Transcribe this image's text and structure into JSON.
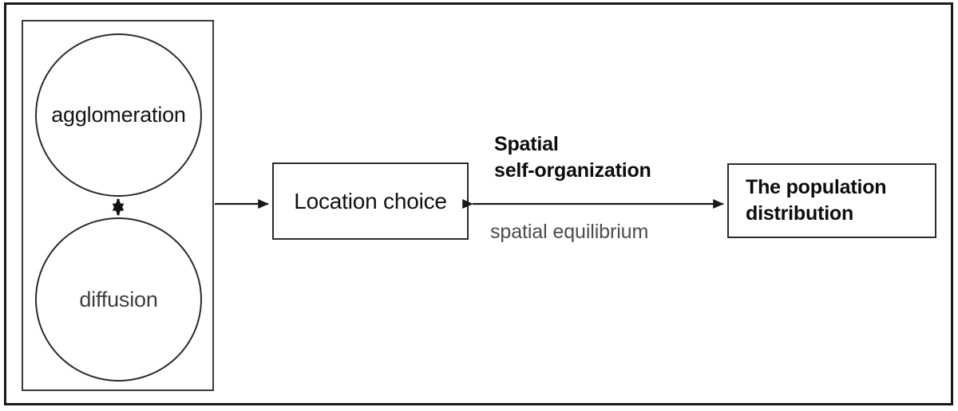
{
  "diagram": {
    "title": "Spatial self-organization and population distribution flow diagram",
    "group": {
      "name": "mechanisms-group",
      "circles": [
        {
          "id": "agglomeration",
          "label": "agglomeration",
          "color": "#141414"
        },
        {
          "id": "diffusion",
          "label": "diffusion",
          "color": "#3f3f3f"
        }
      ],
      "internal_connector": {
        "name": "bidirectional-vertical-arrow",
        "from": "agglomeration",
        "to": "diffusion",
        "style": "double-headed"
      }
    },
    "nodes": [
      {
        "id": "location-choice",
        "label": "Location choice",
        "bold": false,
        "color": "#111111"
      },
      {
        "id": "population-distribution",
        "label_line1": "The population",
        "label_line2": "distribution",
        "bold": true,
        "color": "#0d0d0d"
      }
    ],
    "edges": [
      {
        "id": "group-to-location",
        "name": "arrow-group-to-location-choice",
        "from": "mechanisms-group",
        "to": "location-choice",
        "style": "single-headed",
        "label": ""
      },
      {
        "id": "location-to-population",
        "name": "arrow-location-choice-to-population-distribution",
        "from": "location-choice",
        "to": "population-distribution",
        "style": "double-headed",
        "label_above_line1": "Spatial",
        "label_above_line2": "self-organization",
        "label_below": "spatial equilibrium"
      }
    ],
    "colors": {
      "outer_border": "#1a1a1a",
      "group_border": "#3a3a3a",
      "shape_border": "#2b2b2b",
      "arrow": "#1a1a1a",
      "background": "#ffffff",
      "muted_text": "#4c4c4c"
    }
  }
}
